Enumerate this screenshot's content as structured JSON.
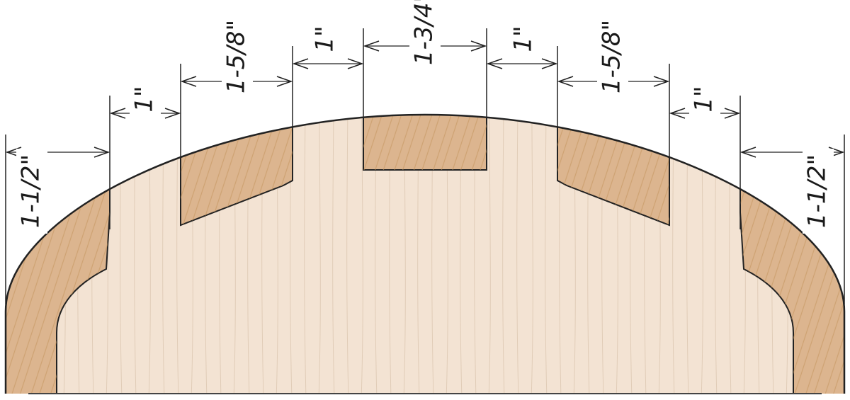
{
  "diagram": {
    "dimensions": [
      {
        "label": "1-1/2\""
      },
      {
        "label": "1\""
      },
      {
        "label": "1-5/8\""
      },
      {
        "label": "1\""
      },
      {
        "label": "1-3/4\""
      },
      {
        "label": "1\""
      },
      {
        "label": "1-5/8\""
      },
      {
        "label": "1\""
      },
      {
        "label": "1-1/2\""
      }
    ],
    "colors": {
      "light_wood": "#f3e3d3",
      "dark_wood": "#dcb58f",
      "outline": "#222222"
    }
  }
}
